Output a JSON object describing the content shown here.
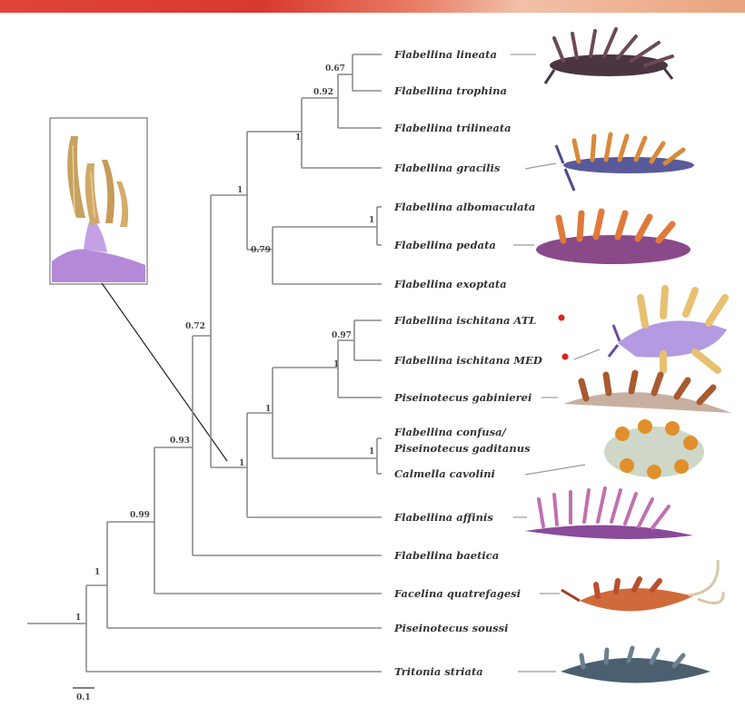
{
  "banner_colors": [
    "#e0443a",
    "#e87a63",
    "#f2c0a8"
  ],
  "marker_color": "#e0201e",
  "taxa": [
    {
      "id": "lineata",
      "label": "Flabellina lineata",
      "marked": false
    },
    {
      "id": "trophina",
      "label": "Flabellina trophina",
      "marked": false
    },
    {
      "id": "trilineata",
      "label": "Flabellina trilineata",
      "marked": false
    },
    {
      "id": "gracilis",
      "label": "Flabellina gracilis",
      "marked": false
    },
    {
      "id": "albomaculata",
      "label": "Flabellina albomaculata",
      "marked": false
    },
    {
      "id": "pedata",
      "label": "Flabellina pedata",
      "marked": false
    },
    {
      "id": "exoptata",
      "label": "Flabellina exoptata",
      "marked": false
    },
    {
      "id": "ischitana_atl",
      "label": "Flabellina ischitana ATL",
      "marked": true
    },
    {
      "id": "ischitana_med",
      "label": "Flabellina ischitana MED",
      "marked": true
    },
    {
      "id": "gabinierei",
      "label": "Piseinotecus gabinierei",
      "marked": false
    },
    {
      "id": "confusa_line1",
      "label": "Flabellina confusa/",
      "marked": false
    },
    {
      "id": "confusa_line2",
      "label": "Piseinotecus gaditanus",
      "marked": false
    },
    {
      "id": "cavolini",
      "label": "Calmella cavolini",
      "marked": false
    },
    {
      "id": "affinis",
      "label": "Flabellina affinis",
      "marked": false
    },
    {
      "id": "baetica",
      "label": "Flabellina baetica",
      "marked": false
    },
    {
      "id": "quatrefagesi",
      "label": "Facelina quatrefagesi",
      "marked": false
    },
    {
      "id": "soussi",
      "label": "Piseinotecus soussi",
      "marked": false
    },
    {
      "id": "striata",
      "label": "Tritonia striata",
      "marked": false
    }
  ],
  "support_values": [
    {
      "id": "n_lin_tro",
      "value": "0.67"
    },
    {
      "id": "n_lin_tri",
      "value": "0.92"
    },
    {
      "id": "n_lin_gra",
      "value": "1"
    },
    {
      "id": "n_alb_ped",
      "value": "1"
    },
    {
      "id": "n_alb_exo",
      "value": "0.79"
    },
    {
      "id": "n_top",
      "value": "1"
    },
    {
      "id": "n_isc",
      "value": "0.97"
    },
    {
      "id": "n_isc_gab",
      "value": "1"
    },
    {
      "id": "n_con_cav",
      "value": "1"
    },
    {
      "id": "n_isc_cav",
      "value": "1"
    },
    {
      "id": "n_mid",
      "value": "1"
    },
    {
      "id": "n_upper",
      "value": "0.72"
    },
    {
      "id": "n_bae",
      "value": "0.93"
    },
    {
      "id": "n_qua",
      "value": "0.99"
    },
    {
      "id": "n_sou",
      "value": "1"
    },
    {
      "id": "n_root",
      "value": "1"
    }
  ],
  "scale_bar_label": "0.1",
  "species_images": [
    {
      "id": "img_lineata",
      "icon": "nudibranch-dark-purple-icon",
      "body": "#4a3540",
      "cerata": "#6b4a55"
    },
    {
      "id": "img_gracilis",
      "icon": "nudibranch-orange-blue-icon",
      "body": "#5a5a9a",
      "cerata": "#d88a3a"
    },
    {
      "id": "img_pedata",
      "icon": "nudibranch-purple-orange-icon",
      "body": "#8a4a8a",
      "cerata": "#e07a3a"
    },
    {
      "id": "img_ischitana",
      "icon": "nudibranch-lilac-yellow-icon",
      "body": "#b49ae0",
      "cerata": "#e8c070"
    },
    {
      "id": "img_gabinierei",
      "icon": "nudibranch-brown-striped-icon",
      "body": "#c8b0a0",
      "cerata": "#a85a30"
    },
    {
      "id": "img_cavolini",
      "icon": "nudibranch-orange-white-icon",
      "body": "#cfd8c8",
      "cerata": "#e0902a"
    },
    {
      "id": "img_affinis",
      "icon": "nudibranch-pink-purple-icon",
      "body": "#8a4a9a",
      "cerata": "#c070b0"
    },
    {
      "id": "img_quatrefagesi",
      "icon": "nudibranch-orange-tentacled-icon",
      "body": "#d06a3a",
      "cerata": "#b85030"
    },
    {
      "id": "img_striata",
      "icon": "nudibranch-grey-blue-icon",
      "body": "#4a6070",
      "cerata": "#6a8090"
    }
  ],
  "inset": {
    "icon": "cerata-closeup-icon",
    "cerata": "#c8a060",
    "base": "#b48ad8"
  }
}
